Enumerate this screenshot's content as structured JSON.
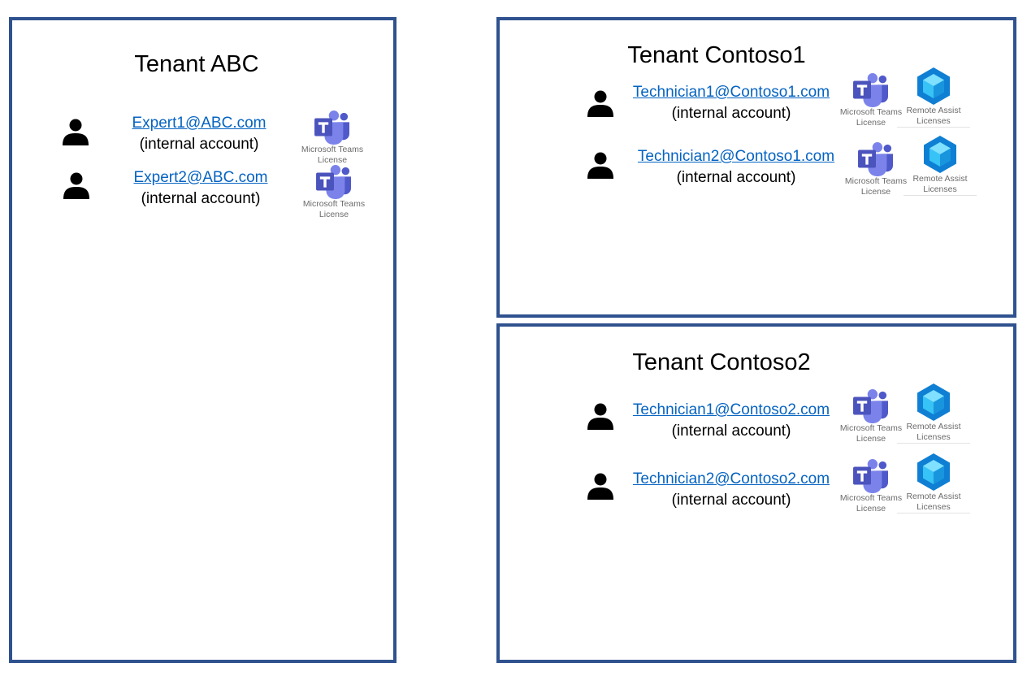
{
  "icons": {
    "user": "person-icon",
    "teams": "microsoft-teams-icon",
    "remote_assist": "remote-assist-icon"
  },
  "colors": {
    "border": "#2F528F",
    "link": "#0563C1",
    "teams_purple": "#5059C9",
    "remote_assist_blue": "#0F7FD4"
  },
  "tenants": [
    {
      "title": "Tenant ABC",
      "users": [
        {
          "email": "Expert1@ABC.com",
          "note": "(internal account)",
          "licenses": [
            {
              "type": "teams",
              "label": "Microsoft Teams\nLicense"
            }
          ]
        },
        {
          "email": "Expert2@ABC.com",
          "note": "(internal account)",
          "licenses": [
            {
              "type": "teams",
              "label": "Microsoft Teams\nLicense"
            }
          ]
        }
      ]
    },
    {
      "title": "Tenant Contoso1",
      "users": [
        {
          "email": "Technician1@Contoso1.com",
          "note": "(internal account)",
          "licenses": [
            {
              "type": "teams",
              "label": "Microsoft Teams\nLicense"
            },
            {
              "type": "remote_assist",
              "label": "Remote Assist\nLicenses"
            }
          ]
        },
        {
          "email": "Technician2@Contoso1.com",
          "note": "(internal account)",
          "licenses": [
            {
              "type": "teams",
              "label": "Microsoft Teams\nLicense"
            },
            {
              "type": "remote_assist",
              "label": "Remote Assist\nLicenses"
            }
          ]
        }
      ]
    },
    {
      "title": "Tenant Contoso2",
      "users": [
        {
          "email": "Technician1@Contoso2.com",
          "note": "(internal account)",
          "licenses": [
            {
              "type": "teams",
              "label": "Microsoft Teams\nLicense"
            },
            {
              "type": "remote_assist",
              "label": "Remote Assist\nLicenses"
            }
          ]
        },
        {
          "email": "Technician2@Contoso2.com",
          "note": "(internal account)",
          "licenses": [
            {
              "type": "teams",
              "label": "Microsoft Teams\nLicense"
            },
            {
              "type": "remote_assist",
              "label": "Remote Assist\nLicenses"
            }
          ]
        }
      ]
    }
  ]
}
